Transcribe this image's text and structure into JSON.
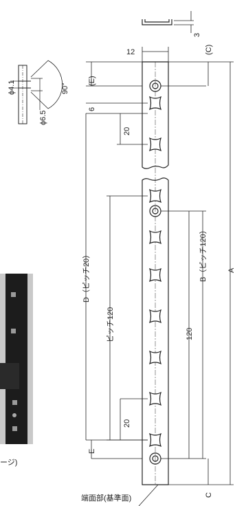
{
  "dims": {
    "top_width": "12",
    "profile_thickness": "3",
    "hole_inner": "ϕ4.1",
    "hole_outer": "ϕ6.5",
    "countersink_angle": "90°",
    "C_top": "(C)",
    "E_top": "(E)",
    "six": "6",
    "twenty_top": "20",
    "D": "D（ピッチ20）",
    "pitch120": "ピッチ120",
    "B": "B（ピッチ120）",
    "one_twenty": "120",
    "A": "A",
    "twenty_bottom": "20",
    "E_bottom": "E",
    "C_bottom": "C"
  },
  "captions": {
    "end_face": "端面部(基準面)",
    "page_ref_fragment": "ージ)"
  },
  "colors": {
    "rail_fill": "#ffffff",
    "line": "#222222",
    "photo_bg": "#c9c9c9",
    "photo_metal": "#1c1c1c"
  }
}
